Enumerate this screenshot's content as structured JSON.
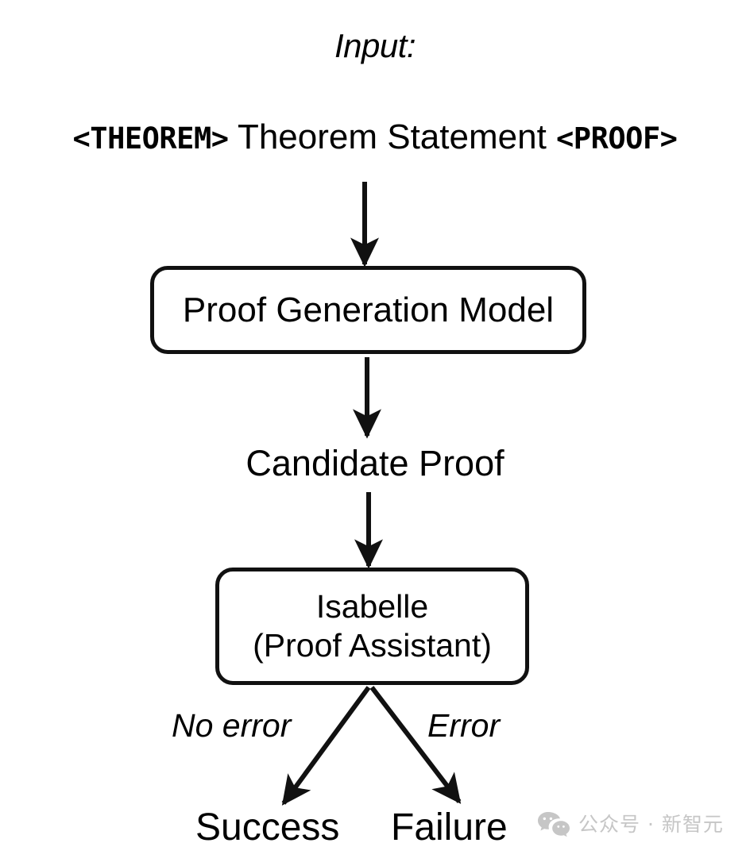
{
  "diagram": {
    "title_label": "Input:",
    "input_sequence": {
      "theorem_token": "<THEOREM>",
      "statement_text": "Theorem Statement",
      "proof_token": "<PROOF>"
    },
    "nodes": [
      {
        "id": "proof-generation-model",
        "label": "Proof Generation Model"
      },
      {
        "id": "candidate-proof",
        "label": "Candidate Proof"
      },
      {
        "id": "isabelle",
        "label_line1": "Isabelle",
        "label_line2": "(Proof Assistant)"
      },
      {
        "id": "success",
        "label": "Success"
      },
      {
        "id": "failure",
        "label": "Failure"
      }
    ],
    "edge_labels": {
      "left_branch": "No error",
      "right_branch": "Error"
    },
    "colors": {
      "stroke": "#111111",
      "background": "#ffffff",
      "watermark": "#c6c6c6"
    }
  },
  "watermark": {
    "text": "公众号 · 新智元",
    "icon": "wechat-icon"
  }
}
